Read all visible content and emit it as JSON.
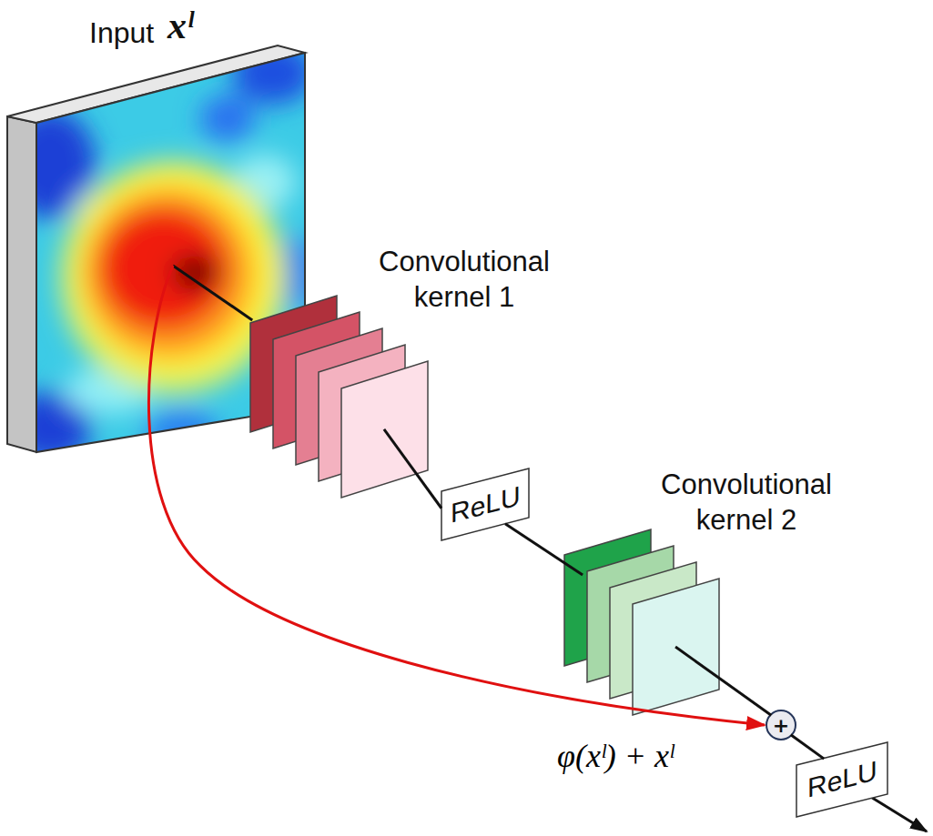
{
  "diagram": {
    "nodes": [
      {
        "text": [
          "Input",
          "xˡ"
        ]
      },
      {
        "text": [
          "Convolutional kernel 1"
        ]
      },
      {
        "text": [
          "ReLU"
        ]
      },
      {
        "text": [
          "Convolutional kernel 2"
        ]
      },
      {
        "text": [
          "+"
        ]
      },
      {
        "text": [
          "ReLU"
        ]
      }
    ],
    "edges": [
      {
        "from": 0,
        "to": 1,
        "arrow": "none"
      },
      {
        "from": 1,
        "to": 2,
        "arrow": "none"
      },
      {
        "from": 2,
        "to": 3,
        "arrow": "none"
      },
      {
        "from": 3,
        "to": 4,
        "arrow": "none"
      },
      {
        "from": 0,
        "to": 4,
        "arrow": "to"
      },
      {
        "from": 4,
        "to": 5,
        "arrow": "none"
      }
    ],
    "labels": [
      "φ(xˡ) + xˡ"
    ]
  }
}
